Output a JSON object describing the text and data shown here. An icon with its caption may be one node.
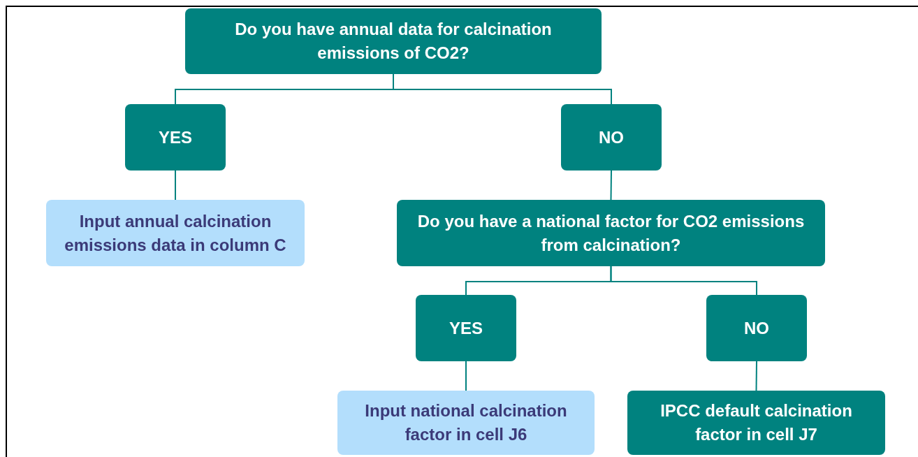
{
  "diagram": {
    "nodes": [
      {
        "text": [
          "Do you have annual data for calcination emissions of CO2?"
        ]
      },
      {
        "text": [
          "YES"
        ]
      },
      {
        "text": [
          "NO"
        ]
      },
      {
        "text": [
          "Input annual calcination emissions data in column C"
        ]
      },
      {
        "text": [
          "Do you have a national factor for CO2 emissions from calcination?"
        ]
      },
      {
        "text": [
          "YES"
        ]
      },
      {
        "text": [
          "NO"
        ]
      },
      {
        "text": [
          "Input national calcination factor in cell J6"
        ]
      },
      {
        "text": [
          "IPCC default calcination factor in cell J7"
        ]
      }
    ],
    "edges": [
      {
        "from": 0,
        "to": 1,
        "arrow": "none"
      },
      {
        "from": 0,
        "to": 2,
        "arrow": "none"
      },
      {
        "from": 1,
        "to": 3,
        "arrow": "none"
      },
      {
        "from": 2,
        "to": 4,
        "arrow": "none"
      },
      {
        "from": 4,
        "to": 5,
        "arrow": "none"
      },
      {
        "from": 4,
        "to": 6,
        "arrow": "none"
      },
      {
        "from": 5,
        "to": 7,
        "arrow": "none"
      },
      {
        "from": 6,
        "to": 8,
        "arrow": "none"
      }
    ]
  }
}
